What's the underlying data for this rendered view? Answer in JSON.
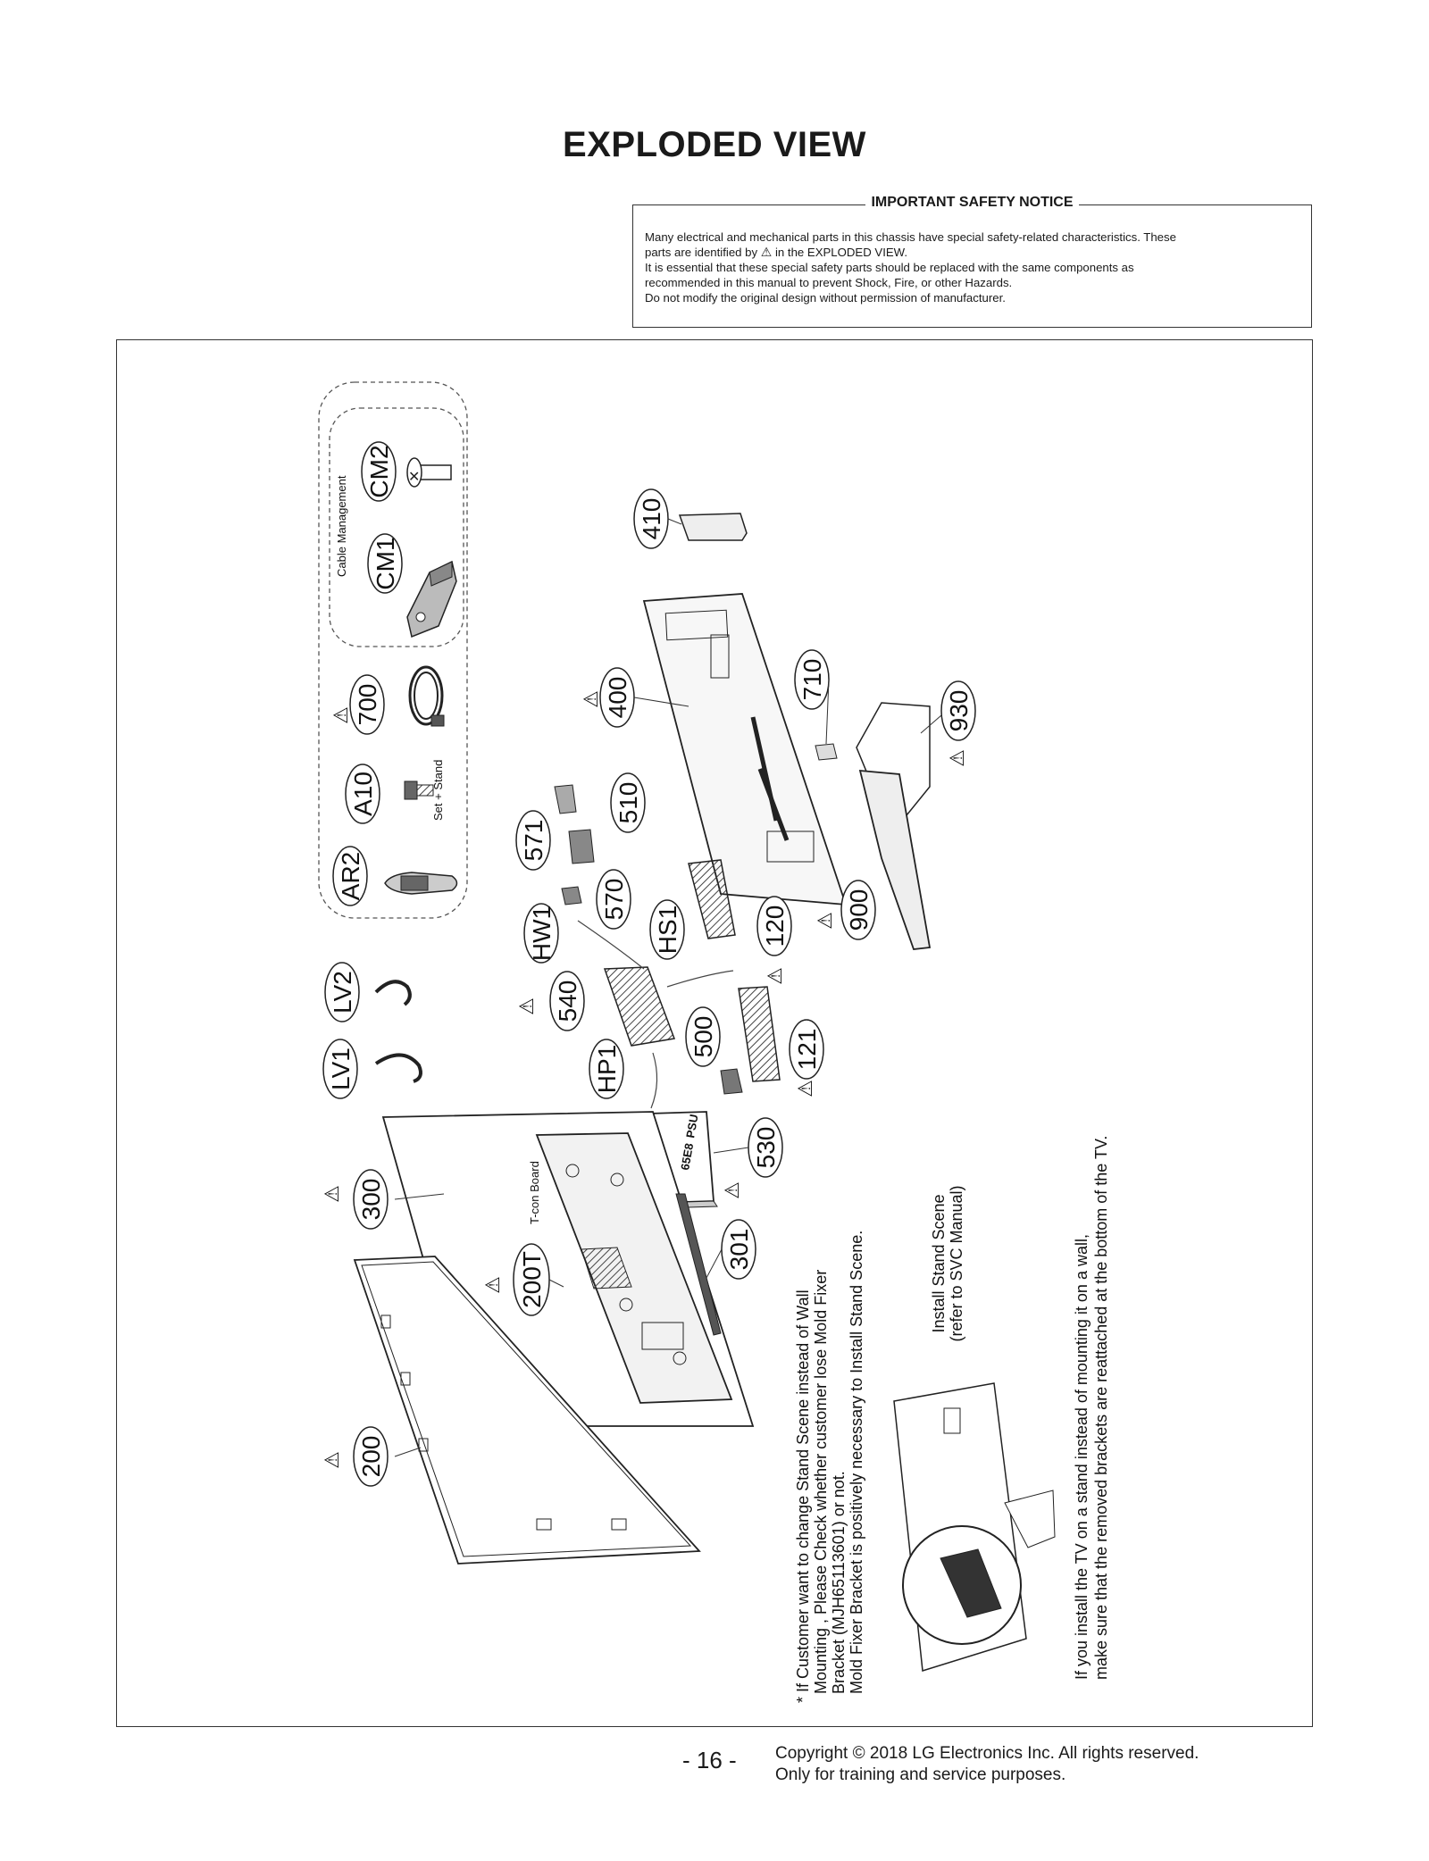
{
  "title": "EXPLODED VIEW",
  "notice": {
    "title": "IMPORTANT SAFETY NOTICE",
    "line1": "Many electrical and mechanical parts in this chassis have special safety-related characteristics. These",
    "line2a": "parts are identified by",
    "line2b": "in the EXPLODED VIEW.",
    "line3": "It is essential that these special safety parts should be replaced with the same components as",
    "line4": "recommended in this manual to prevent Shock, Fire, or other Hazards.",
    "line5": "Do not modify the original design without permission of manufacturer."
  },
  "warning_symbol": "⚠",
  "diagram": {
    "group_label": "Cable Management",
    "set_stand_label": "Set + Stand",
    "tcon_label": "T-con Board",
    "psu_label": "PSU",
    "psu_code": "65E8",
    "callouts": {
      "cm2": "CM2",
      "cm1": "CM1",
      "p700": "700",
      "a10": "A10",
      "ar2": "AR2",
      "lv2": "LV2",
      "lv1": "LV1",
      "p410": "410",
      "p400": "400",
      "p710": "710",
      "p930": "930",
      "p510": "510",
      "p571": "571",
      "p570": "570",
      "hw1": "HW1",
      "hs1": "HS1",
      "p120": "120",
      "p900": "900",
      "p540": "540",
      "p500": "500",
      "p121": "121",
      "hp1": "HP1",
      "p530": "530",
      "p300": "300",
      "p301": "301",
      "p200t": "200T",
      "p200": "200"
    },
    "note_wall": [
      "* If Customer want to change Stand Scene instead of Wall",
      "Mounting , Please Check whether customer lose Mold Fixer",
      "Bracket (MJH65113601) or not.",
      "Mold Fixer Bracket is positively necessary to Install Stand Scene."
    ],
    "install_stand": [
      "Install Stand Scene",
      "(refer to SVC Manual)"
    ],
    "note_stand": [
      "If you install the TV on a stand instead of mounting it on a wall,",
      "make sure that the removed brackets are reattached at the bottom of the TV."
    ]
  },
  "footer": {
    "page": "- 16 -",
    "copyright": "Copyright © 2018 LG Electronics Inc. All rights reserved.",
    "purpose": "Only for training and service purposes."
  }
}
